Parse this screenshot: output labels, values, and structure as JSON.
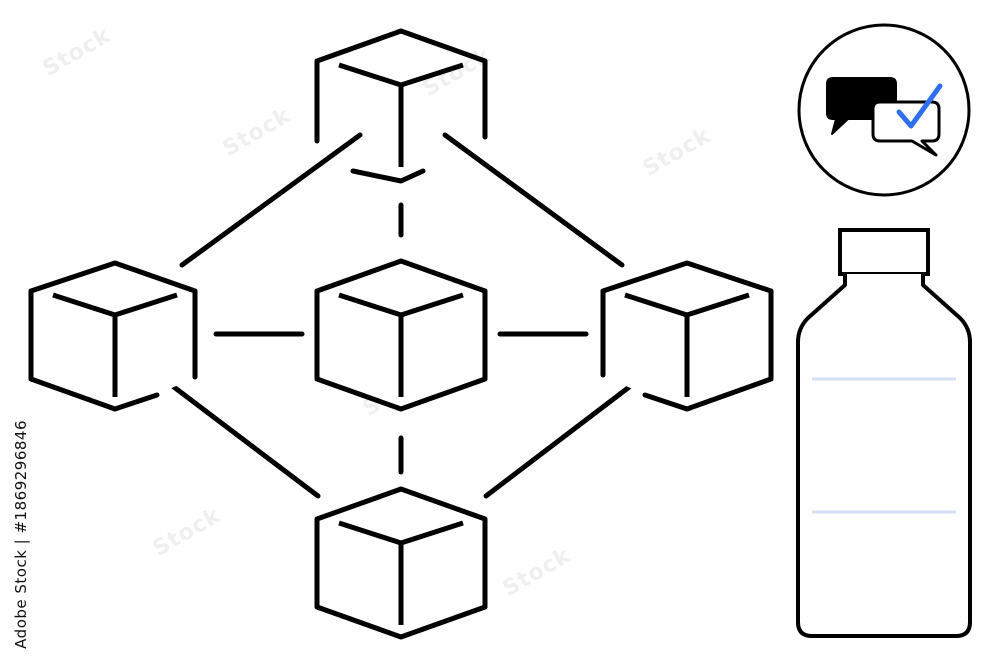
{
  "colors": {
    "stroke": "#000000",
    "check_accent": "#2f6fef",
    "bottle_level_line": "#d6e0f5",
    "background": "#ffffff"
  },
  "icons": {
    "network": "blockchain-cube-network",
    "badge": "chat-bubbles-check-icon",
    "container": "water-bottle-icon"
  },
  "watermark": {
    "text": "Stock"
  },
  "side_id": {
    "text": "Adobe Stock | #1869296846"
  }
}
